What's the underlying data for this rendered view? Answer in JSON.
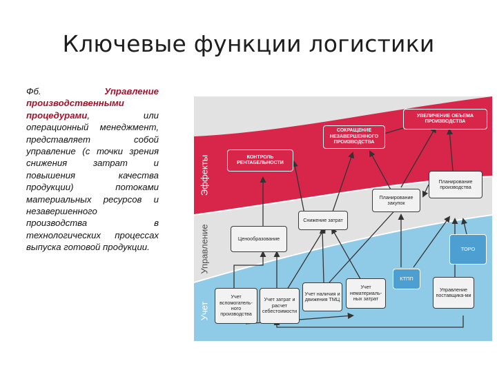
{
  "title": "Ключевые функции логистики",
  "paragraph": {
    "lead": "Фб.",
    "head": "Управление производственными процедурами",
    "body": ", или операционный менеджмент, представляет собой управление (с точки зрения снижения затрат и повышения качества продукции) потоками материальных ресурсов и незавершенного производства в технологических процессах выпуска готовой продукции."
  },
  "colors": {
    "effects_zone": "#d7264a",
    "management_zone": "#e2e2e2",
    "accounting_zone": "#8fcbe6",
    "accent_text": "#a5102b"
  },
  "zones": {
    "effects": "Эффекты",
    "management": "Управление",
    "accounting": "Учет"
  },
  "boxes": {
    "increase_volume": "УВЕЛИЧЕНИЕ ОБЪЕМА ПРОИЗВОДСТВА",
    "reduce_wip": "СОКРАЩЕНИЕ НЕЗАВЕРШЕННОГО ПРОИЗВОДСТВА",
    "profit_control": "КОНТРОЛЬ РЕНТАБЕЛЬНОСТИ",
    "production_planning": "Планирование производства",
    "purchase_planning": "Планирование закупок",
    "cost_reduction": "Снижение затрат",
    "pricing": "Ценообразование",
    "toro": "ТОРО",
    "ktpp": "КТПП",
    "aux_accounting": "Учет вспомогатель-ного производства",
    "cost_accounting": "Учет затрат и расчет себестоимости",
    "tmc_accounting": "Учет наличия и движения ТМЦ",
    "intangible_accounting": "Учет нематериаль-ных затрат",
    "supplier_management": "Управление поставщика-ми"
  }
}
